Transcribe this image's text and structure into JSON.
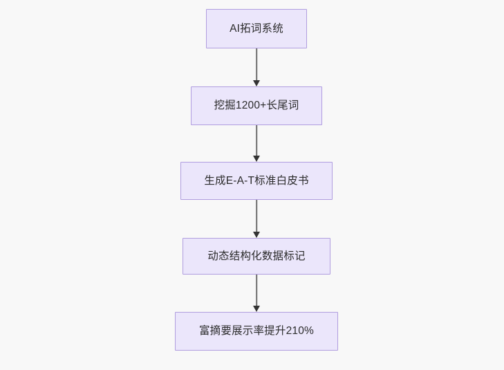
{
  "diagram": {
    "type": "flowchart",
    "direction": "top-to-bottom",
    "background_color": "#f8f8f8",
    "node_fill_color": "#ebe6fb",
    "node_border_color": "#b09ddf",
    "node_text_color": "#2b2b2b",
    "edge_color": "#6e6e6e",
    "arrowhead_color": "#333333",
    "nodes": [
      {
        "id": "n1",
        "label": "AI拓词系统"
      },
      {
        "id": "n2",
        "label": "挖掘1200+长尾词"
      },
      {
        "id": "n3",
        "label": "生成E-A-T标准白皮书"
      },
      {
        "id": "n4",
        "label": "动态结构化数据标记"
      },
      {
        "id": "n5",
        "label": "富摘要展示率提升210%"
      }
    ],
    "edges": [
      {
        "from": "n1",
        "to": "n2",
        "label": ""
      },
      {
        "from": "n2",
        "to": "n3",
        "label": ""
      },
      {
        "from": "n3",
        "to": "n4",
        "label": ""
      },
      {
        "from": "n4",
        "to": "n5",
        "label": ""
      }
    ]
  }
}
